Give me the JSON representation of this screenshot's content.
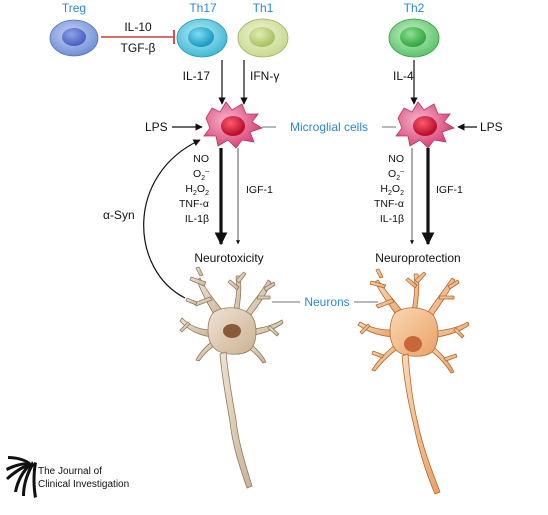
{
  "colors": {
    "label_blue": "#2a8ad4",
    "inhibit_red": "#d03a3a",
    "treg_cell": "#6f8fd6",
    "th17_cell": "#3fb9d6",
    "th1_cell": "#c6d98e",
    "th2_cell": "#5cc46a",
    "microglia": "#e0477a",
    "neuron_left": "#d9c4ad",
    "neuron_right": "#f0b47e"
  },
  "cells": {
    "treg": "Treg",
    "th17": "Th17",
    "th1": "Th1",
    "th2": "Th2"
  },
  "inhibition": {
    "line1": "IL-10",
    "line2": "TGF-β"
  },
  "cytokines": {
    "il17": "IL-17",
    "ifng": "IFN-γ",
    "il4": "IL-4"
  },
  "microglia_label": "Microglial cells",
  "lps_left": "LPS",
  "lps_right": "LPS",
  "left_factors": [
    "NO",
    "O2–",
    "H2O2",
    "TNF-α",
    "IL-1β"
  ],
  "right_factors": [
    "NO",
    "O2–",
    "H2O2",
    "TNF-α",
    "IL-1β"
  ],
  "igf_left": "IGF-1",
  "igf_right": "IGF-1",
  "asyn": "α-Syn",
  "neurotoxicity": "Neurotoxicity",
  "neuroprotection": "Neuroprotection",
  "neurons_label": "Neurons",
  "journal": {
    "line1": "The Journal of",
    "line2": "Clinical Investigation"
  }
}
